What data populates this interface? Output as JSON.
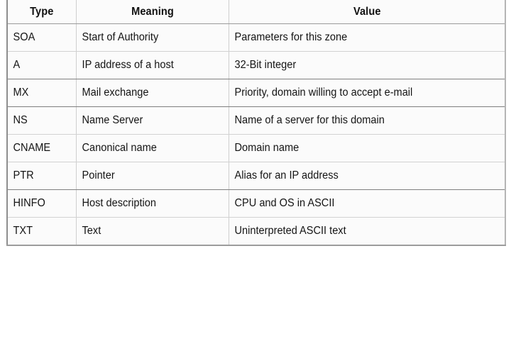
{
  "figure": {
    "kind": "table",
    "columns": [
      "Type",
      "Meaning",
      "Value"
    ],
    "rows": [
      {
        "type": "SOA",
        "meaning": "Start of Authority",
        "value": "Parameters for this zone"
      },
      {
        "type": "A",
        "meaning": "IP address of a host",
        "value": "32-Bit integer"
      },
      {
        "type": "MX",
        "meaning": "Mail exchange",
        "value": "Priority, domain willing to accept e-mail"
      },
      {
        "type": "NS",
        "meaning": "Name Server",
        "value": "Name of a server for this domain"
      },
      {
        "type": "CNAME",
        "meaning": "Canonical name",
        "value": "Domain name"
      },
      {
        "type": "PTR",
        "meaning": "Pointer",
        "value": "Alias for an IP address"
      },
      {
        "type": "HINFO",
        "meaning": "Host description",
        "value": "CPU and OS in ASCII"
      },
      {
        "type": "TXT",
        "meaning": "Text",
        "value": "Uninterpreted ASCII text"
      }
    ]
  },
  "colors": {
    "page_background": "#ffffff",
    "table_background": "#fbfbfb",
    "text": "#141414",
    "header_text": "#111111",
    "rule_heavy": "#7f7f7f",
    "rule_light": "#d2d2d2",
    "border_outer": "#8e8e8e"
  }
}
